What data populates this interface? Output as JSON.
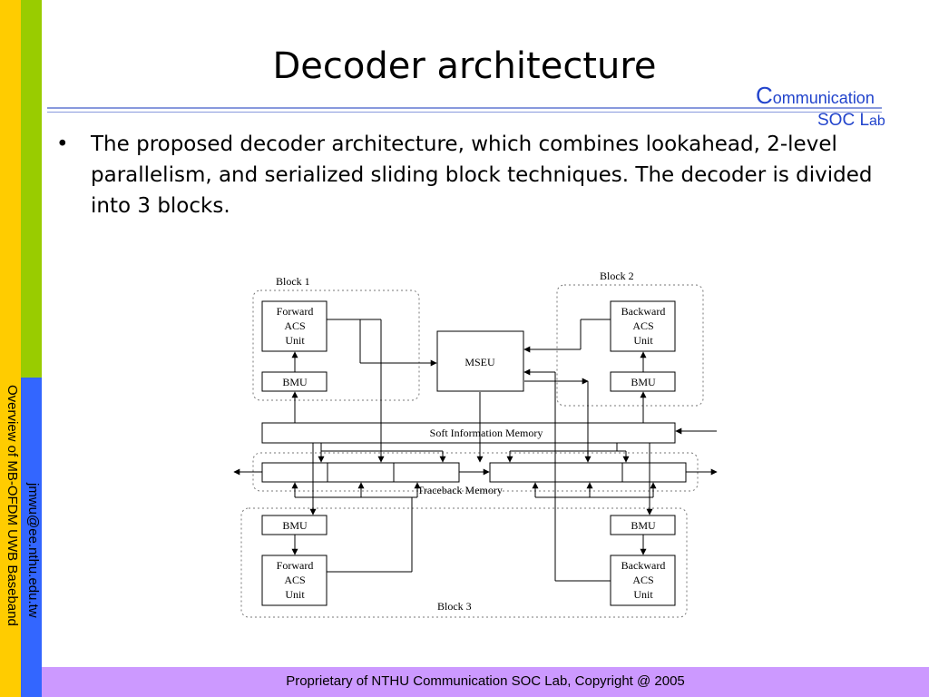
{
  "slide": {
    "title": "Decoder architecture",
    "bullet": "The proposed decoder architecture, which combines lookahead, 2-level parallelism, and serialized sliding block techniques. The decoder is divided into 3 blocks.",
    "footer": "Proprietary of NTHU Communication SOC Lab, Copyright @ 2005",
    "side_text_1": "Overview of MB-OFDM UWB Baseband",
    "side_text_2": "jmwu@ee.nthu.edu.tw"
  },
  "logo": {
    "c": "C",
    "rest": "ommunication",
    "soc": "SOC L",
    "ab": "ab"
  },
  "colors": {
    "yellow": "#ffcc00",
    "green": "#99cc00",
    "blue": "#3366ff",
    "footer": "#cc99ff",
    "logo": "#2244cc"
  },
  "diagram": {
    "block1": "Block 1",
    "block2": "Block 2",
    "block3": "Block 3",
    "forward_line1": "Forward",
    "acs": "ACS",
    "unit": "Unit",
    "backward_line1": "Backward",
    "bmu": "BMU",
    "mseu": "MSEU",
    "soft_info_memory": "Soft Information Memory",
    "traceback_memory": "Traceback Memory"
  }
}
